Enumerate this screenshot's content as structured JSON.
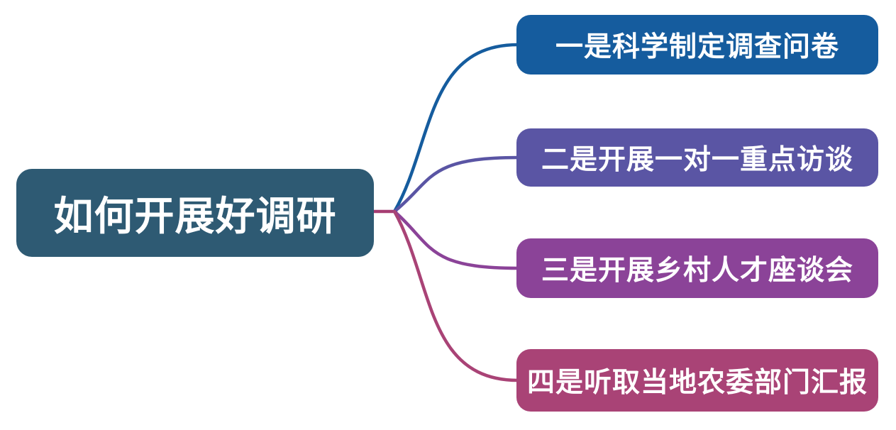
{
  "mindmap": {
    "background_color": "#FFFFFF",
    "text_color": "#FFFFFF",
    "root": {
      "label": "如何开展好调研",
      "color": "#2E5A73"
    },
    "branch_stub_color": "#A63D72",
    "children": [
      {
        "label": "一是科学制定调查问卷",
        "color": "#155C9E"
      },
      {
        "label": "二是开展一对一重点访谈",
        "color": "#5A55A4"
      },
      {
        "label": "三是开展乡村人才座谈会",
        "color": "#8B4398"
      },
      {
        "label": "四是听取当地农委部门汇报",
        "color": "#A94376"
      }
    ]
  }
}
